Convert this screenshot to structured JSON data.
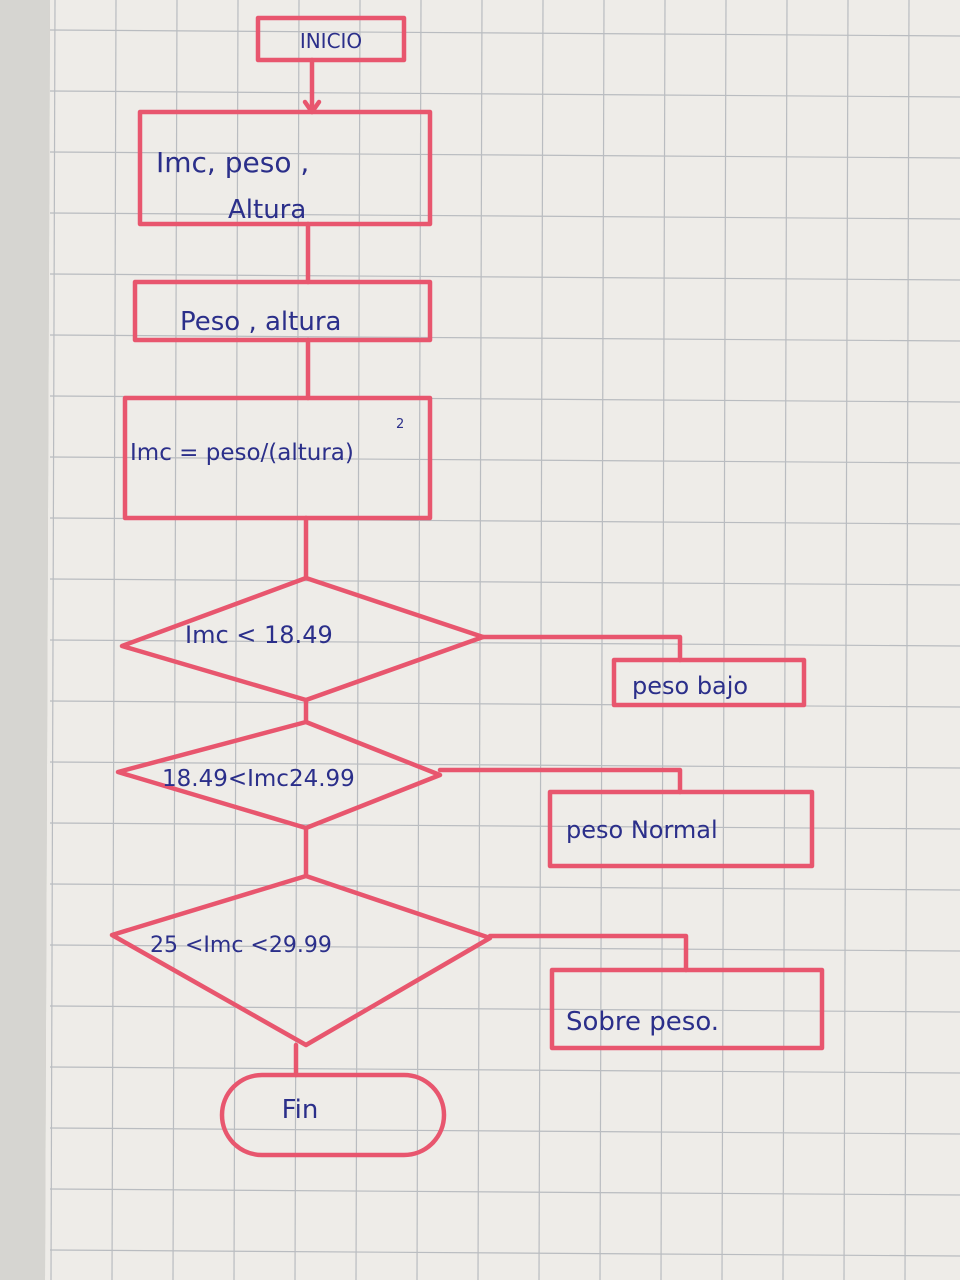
{
  "flowchart": {
    "start": {
      "label": "INICIO"
    },
    "variables": {
      "line1": "Imc, peso ,",
      "line2": "Altura"
    },
    "input": {
      "label": "Peso , altura"
    },
    "process": {
      "label": "Imc = peso/(altura)",
      "exponent": "2"
    },
    "decisions": [
      {
        "condition": "Imc < 18.49",
        "result": "peso bajo"
      },
      {
        "condition": "18.49<Imc24.99",
        "result": "peso Normal"
      },
      {
        "condition": "25 <Imc <29.99",
        "result": "Sobre peso."
      }
    ],
    "end": {
      "label": "Fin"
    }
  },
  "colors": {
    "pen": "#e8566e",
    "ink": "#2b2f8a",
    "paper": "#eeece8",
    "grid": "#b9bcc0"
  }
}
